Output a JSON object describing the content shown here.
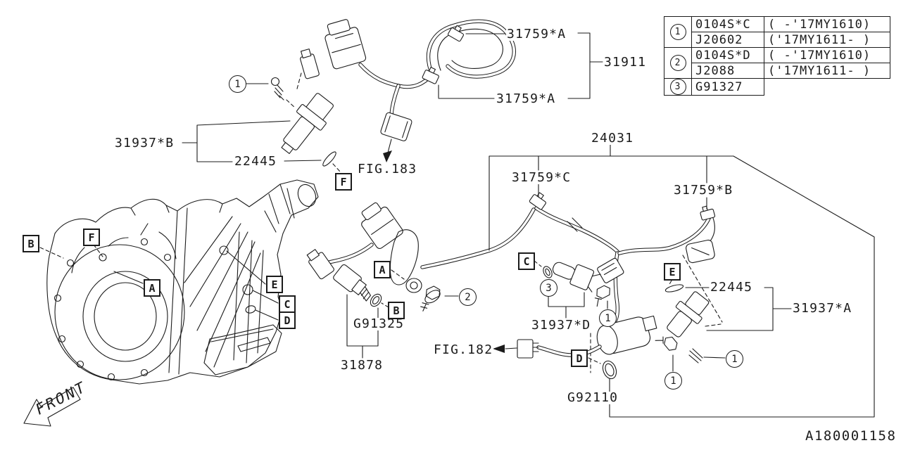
{
  "colors": {
    "ink": "#1b1b1b",
    "background": "#ffffff"
  },
  "figure": {
    "doc_id": "A180001158",
    "front_label": "FRONT",
    "fig_ref_183": "FIG.183",
    "fig_ref_182": "FIG.182"
  },
  "part_labels": {
    "clamp_a1": "31759*A",
    "harness_top": "31911",
    "clamp_a2": "31759*A",
    "sensor_b": "31937*B",
    "washer_top": "22445",
    "harness_main": "24031",
    "clamp_c": "31759*C",
    "clamp_b": "31759*B",
    "washer_right": "22445",
    "sensor_a": "31937*A",
    "sensor_d": "31937*D",
    "oring_switch": "G91325",
    "switch": "31878",
    "grommet": "G92110"
  },
  "boxed_letters": [
    "F",
    "B",
    "F",
    "A",
    "E",
    "C",
    "D",
    "A",
    "B",
    "C",
    "E",
    "D"
  ],
  "circled_numbers": [
    "1",
    "2",
    "3",
    "1",
    "1",
    "1"
  ],
  "table": {
    "rows": [
      {
        "ref": "1",
        "part": "0104S*C",
        "range": "( -'17MY1610)"
      },
      {
        "ref": "1",
        "part": "J20602",
        "range": "('17MY1611- )"
      },
      {
        "ref": "2",
        "part": "0104S*D",
        "range": "( -'17MY1610)"
      },
      {
        "ref": "2",
        "part": "J2088",
        "range": "('17MY1611- )"
      },
      {
        "ref": "3",
        "part": "G91327",
        "range": ""
      }
    ]
  }
}
